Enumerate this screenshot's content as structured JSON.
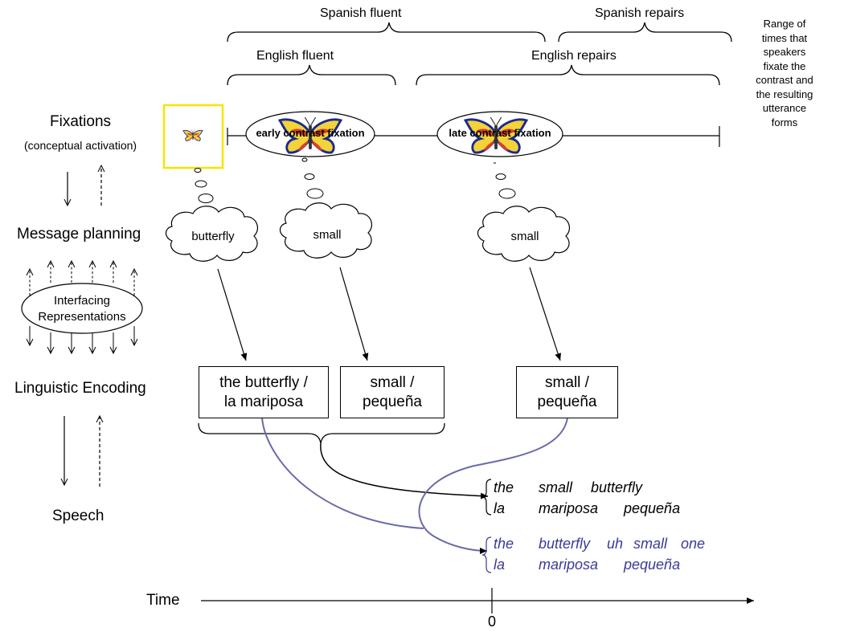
{
  "headers": {
    "spanish_fluent": "Spanish fluent",
    "spanish_repairs": "Spanish repairs",
    "english_fluent": "English fluent",
    "english_repairs": "English repairs"
  },
  "note": [
    "Range of",
    "times that",
    "speakers",
    "fixate the",
    "contrast and",
    "the resulting",
    "utterance",
    "forms"
  ],
  "stages": {
    "fixations": "Fixations",
    "fixations_sub": "(conceptual activation)",
    "message": "Message planning",
    "interfacing": [
      "Interfacing",
      "Representations"
    ],
    "encoding": "Linguistic Encoding",
    "speech": "Speech"
  },
  "fixation_labels": {
    "early": "early contrast fixation",
    "late": "late contrast fixation"
  },
  "clouds": {
    "c1": "butterfly",
    "c2": "small",
    "c3": "small"
  },
  "boxes": {
    "b1": [
      "the butterfly /",
      "la mariposa"
    ],
    "b2": [
      "small /",
      "pequeña"
    ],
    "b3": [
      "small /",
      "pequeña"
    ]
  },
  "utterances": {
    "fluent": [
      [
        "the",
        "small",
        "butterfly"
      ],
      [
        "la",
        "mariposa",
        "pequeña"
      ]
    ],
    "repair": [
      [
        "the",
        "butterfly",
        "uh",
        "small",
        "one"
      ],
      [
        "la",
        "mariposa",
        "pequeña"
      ]
    ]
  },
  "time": {
    "label": "Time",
    "zero": "0"
  },
  "colors": {
    "repair_blue": "#3a3a9a",
    "highlight_yellow": "#f5e600"
  }
}
